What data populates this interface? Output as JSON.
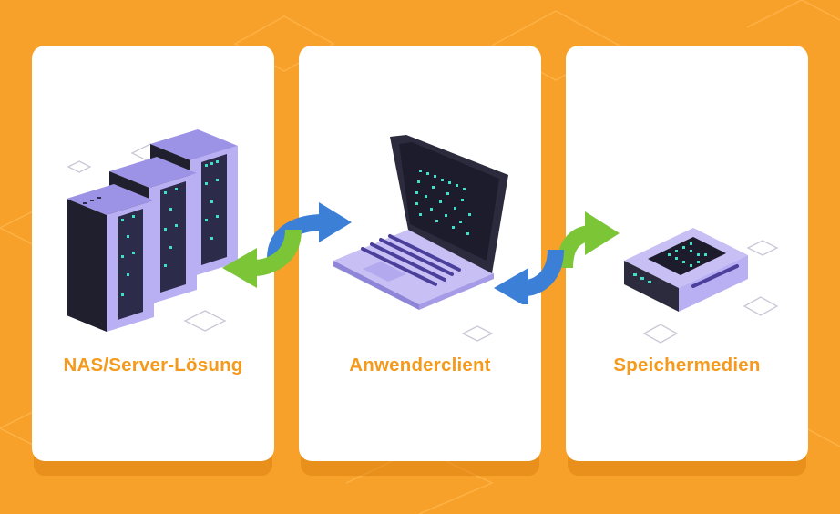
{
  "cards": [
    {
      "id": "nas",
      "label": "NAS/Server-Lösung",
      "icon": "server-rack-icon"
    },
    {
      "id": "client",
      "label": "Anwenderclient",
      "icon": "laptop-icon"
    },
    {
      "id": "storage",
      "label": "Speichermedien",
      "icon": "storage-drive-icon"
    }
  ],
  "connectors": [
    {
      "from": "client",
      "to": "nas",
      "type": "bidirectional"
    },
    {
      "from": "client",
      "to": "storage",
      "type": "bidirectional"
    }
  ],
  "colors": {
    "background": "#f7a12a",
    "card": "#ffffff",
    "label": "#f59a1c",
    "arrow_blue": "#3b7fd6",
    "arrow_green": "#7cc536",
    "device_purple": "#c8c0f5",
    "screen_teal": "#3fe0c8"
  }
}
